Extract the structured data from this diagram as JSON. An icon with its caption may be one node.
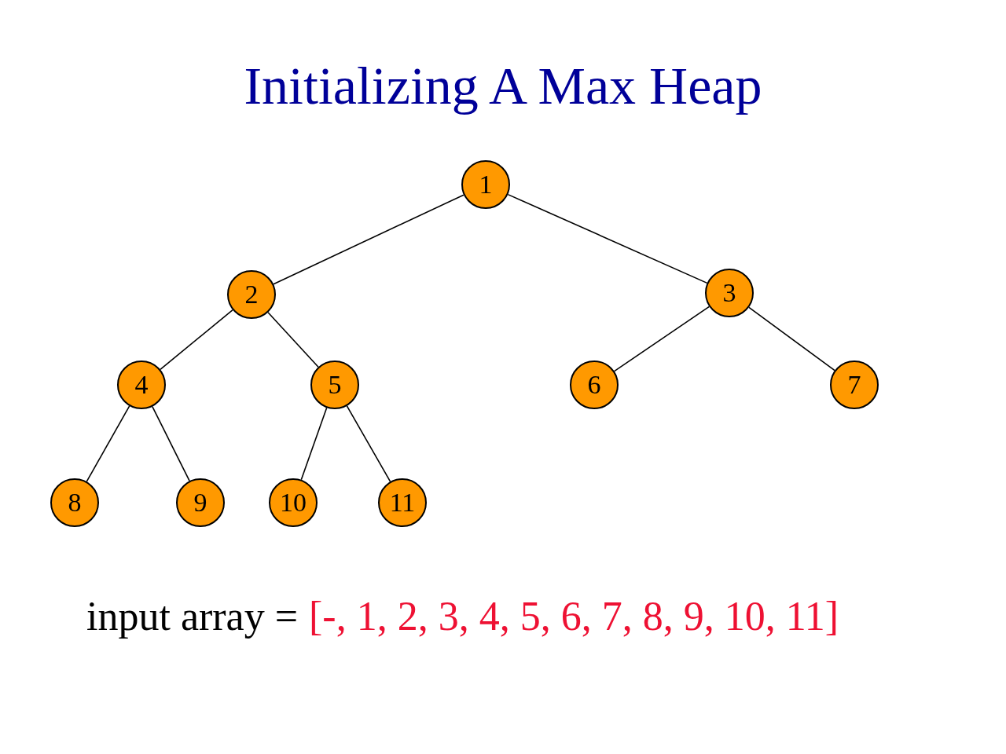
{
  "diagram": {
    "title": "Initializing A Max Heap",
    "nodes": [
      {
        "text": [
          "1"
        ]
      },
      {
        "text": [
          "2"
        ]
      },
      {
        "text": [
          "3"
        ]
      },
      {
        "text": [
          "4"
        ]
      },
      {
        "text": [
          "5"
        ]
      },
      {
        "text": [
          "6"
        ]
      },
      {
        "text": [
          "7"
        ]
      },
      {
        "text": [
          "8"
        ]
      },
      {
        "text": [
          "9"
        ]
      },
      {
        "text": [
          "10"
        ]
      },
      {
        "text": [
          "11"
        ]
      }
    ],
    "edges": [
      {
        "from": 0,
        "to": 1,
        "arrow": "none"
      },
      {
        "from": 0,
        "to": 2,
        "arrow": "none"
      },
      {
        "from": 1,
        "to": 3,
        "arrow": "none"
      },
      {
        "from": 1,
        "to": 4,
        "arrow": "none"
      },
      {
        "from": 2,
        "to": 5,
        "arrow": "none"
      },
      {
        "from": 2,
        "to": 6,
        "arrow": "none"
      },
      {
        "from": 3,
        "to": 7,
        "arrow": "none"
      },
      {
        "from": 3,
        "to": 8,
        "arrow": "none"
      },
      {
        "from": 4,
        "to": 9,
        "arrow": "none"
      },
      {
        "from": 4,
        "to": 10,
        "arrow": "none"
      }
    ],
    "labels": [
      "input array =",
      "[-, 1, 2, 3, 4, 5, 6, 7, 8, 9, 10, 11]"
    ]
  }
}
